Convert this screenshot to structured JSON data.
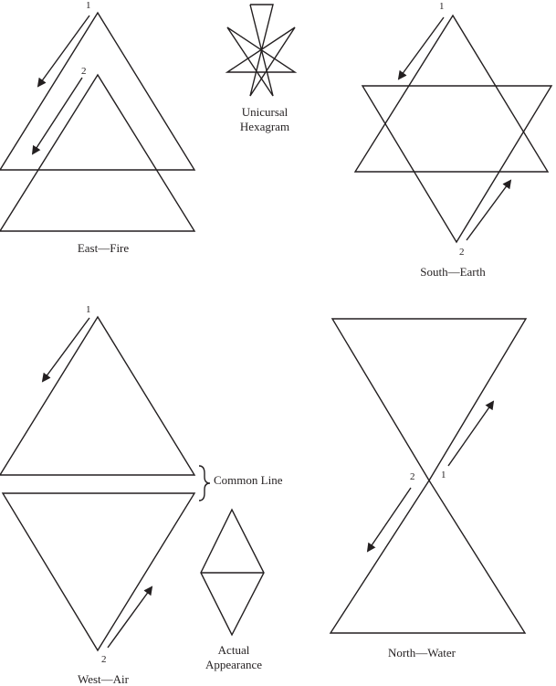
{
  "figures": {
    "east": {
      "label": "East—Fire",
      "step1": "1",
      "step2": "2"
    },
    "unicursal": {
      "label_line1": "Unicursal",
      "label_line2": "Hexagram"
    },
    "south": {
      "label": "South—Earth",
      "step1": "1",
      "step2": "2"
    },
    "west": {
      "label": "West—Air",
      "step1": "1",
      "step2": "2",
      "common_line": "Common Line",
      "actual_line1": "Actual",
      "actual_line2": "Appearance"
    },
    "north": {
      "label": "North—Water",
      "step1": "1",
      "step2": "2"
    }
  },
  "colors": {
    "ink": "#231f20",
    "background": "#ffffff"
  }
}
